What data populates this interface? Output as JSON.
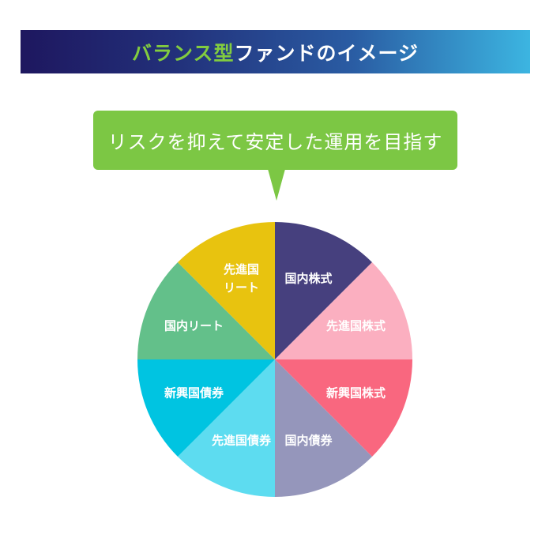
{
  "banner": {
    "title_highlight": "バランス型",
    "title_rest": "ファンドのイメージ"
  },
  "callout": {
    "text": "リスクを抑えて安定した運用を目指す"
  },
  "chart_data": {
    "type": "pie",
    "slices": [
      {
        "lines": [
          "国内株式"
        ],
        "value": 12.5,
        "color": "#46407e"
      },
      {
        "lines": [
          "先進国株式"
        ],
        "value": 12.5,
        "color": "#fbafc0"
      },
      {
        "lines": [
          "新興国株式"
        ],
        "value": 12.5,
        "color": "#f9677f"
      },
      {
        "lines": [
          "国内債券"
        ],
        "value": 12.5,
        "color": "#9596bb"
      },
      {
        "lines": [
          "先進国債券"
        ],
        "value": 12.5,
        "color": "#5ddcf0"
      },
      {
        "lines": [
          "新興国債券"
        ],
        "value": 12.5,
        "color": "#00c4e1"
      },
      {
        "lines": [
          "国内リート"
        ],
        "value": 12.5,
        "color": "#63c08a"
      },
      {
        "lines": [
          "先進国",
          "リート"
        ],
        "value": 12.5,
        "color": "#e8c30f"
      }
    ]
  }
}
